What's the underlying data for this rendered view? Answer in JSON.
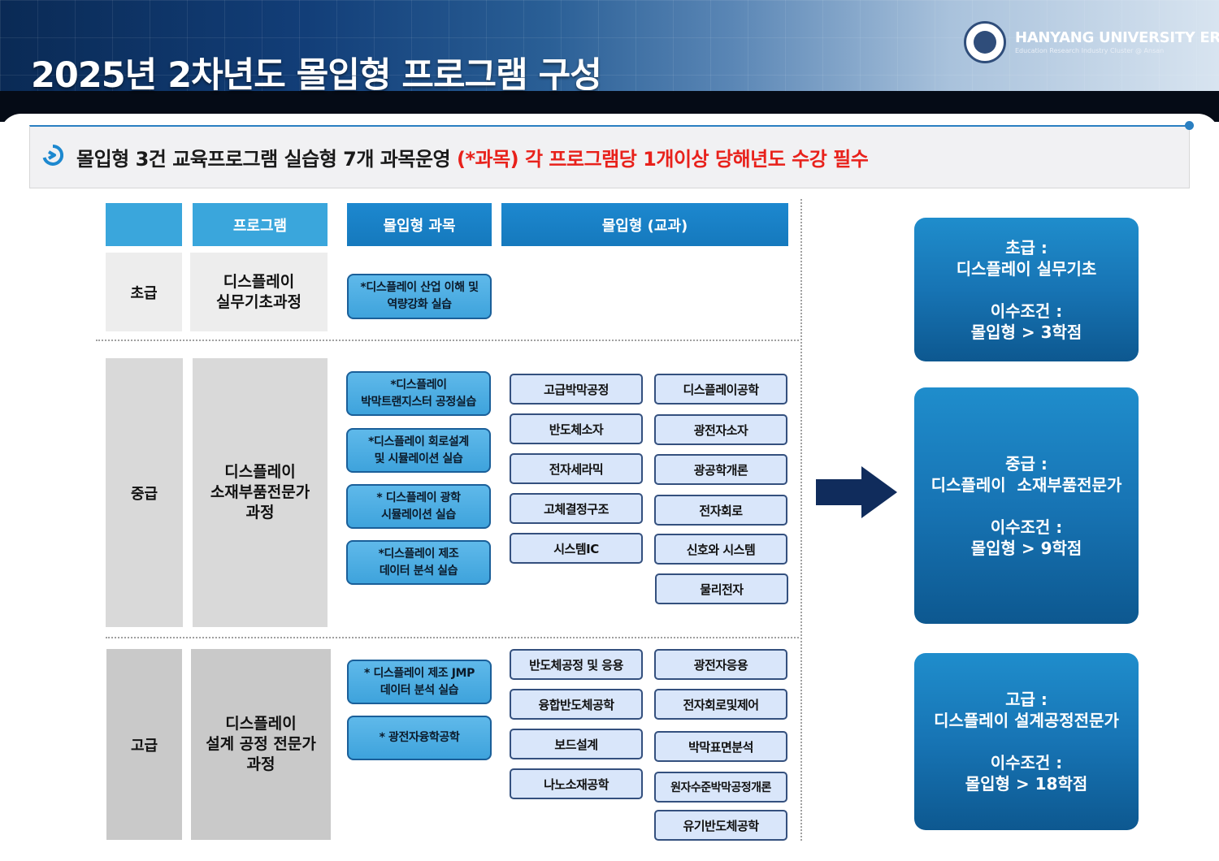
{
  "header": {
    "title": "2025년 2차년도 몰입형 프로그램 구성",
    "logo_name": "HANYANG UNIVERSITY ERICA",
    "logo_sub": "Education Research Industry Cluster @ Ansan"
  },
  "notice": {
    "text": "몰입형 3건 교육프로그램 실습형 7개 과목운영 ",
    "highlight": "(*과목) 각 프로그램당 1개이상 당해년도 수강 필수"
  },
  "table_headers": {
    "blank": "",
    "program": "프로그램",
    "immersive_subject": "몰입형 과목",
    "immersive_curriculum": "몰입형 (교과)"
  },
  "levels": [
    {
      "level": "초급",
      "program": "디스플레이\n실무기초과정",
      "subjects": [
        "*디스플레이 산업 이해 및\n역량강화 실습"
      ],
      "curriculum_left": [],
      "curriculum_right": []
    },
    {
      "level": "중급",
      "program": "디스플레이\n소재부품전문가\n과정",
      "subjects": [
        "*디스플레이\n박막트랜지스터 공정실습",
        "*디스플레이 회로설계\n및 시뮬레이션 실습",
        "* 디스플레이 광학\n시뮬레이션 실습",
        "*디스플레이 제조\n데이터 분석 실습"
      ],
      "curriculum_left": [
        "고급박막공정",
        "반도체소자",
        "전자세라믹",
        "고체결정구조",
        "시스템IC"
      ],
      "curriculum_right": [
        "디스플레이공학",
        "광전자소자",
        "광공학개론",
        "전자회로",
        "신호와 시스템",
        "물리전자"
      ]
    },
    {
      "level": "고급",
      "program": "디스플레이\n설계 공정 전문가\n과정",
      "subjects": [
        "* 디스플레이 제조 JMP\n데이터 분석 실습",
        "* 광전자융학공학"
      ],
      "curriculum_left": [
        "반도체공정 및 응용",
        "융합반도체공학",
        "보드설계",
        "나노소재공학"
      ],
      "curriculum_right": [
        "광전자응용",
        "전자회로및제어",
        "박막표면분석",
        "원자수준박막공정개론",
        "유기반도체공학"
      ]
    }
  ],
  "cards": [
    {
      "title": "초급 :",
      "name": "디스플레이 실무기초",
      "cond_label": "이수조건 :",
      "cond": "몰입형 > 3학점"
    },
    {
      "title": "중급 :",
      "name": "디스플레이  소재부품전문가",
      "cond_label": "이수조건 :",
      "cond": "몰입형 > 9학점"
    },
    {
      "title": "고급 :",
      "name": "디스플레이 설계공정전문가",
      "cond_label": "이수조건 :",
      "cond": "몰입형 > 18학점"
    }
  ],
  "colors": {
    "accent_blue": "#1579bd",
    "highlight_red": "#e8211b",
    "arrow_navy": "#102c5c"
  },
  "icons": {
    "notice": "circle-arrow-right-icon",
    "arrow": "arrow-right-icon"
  }
}
